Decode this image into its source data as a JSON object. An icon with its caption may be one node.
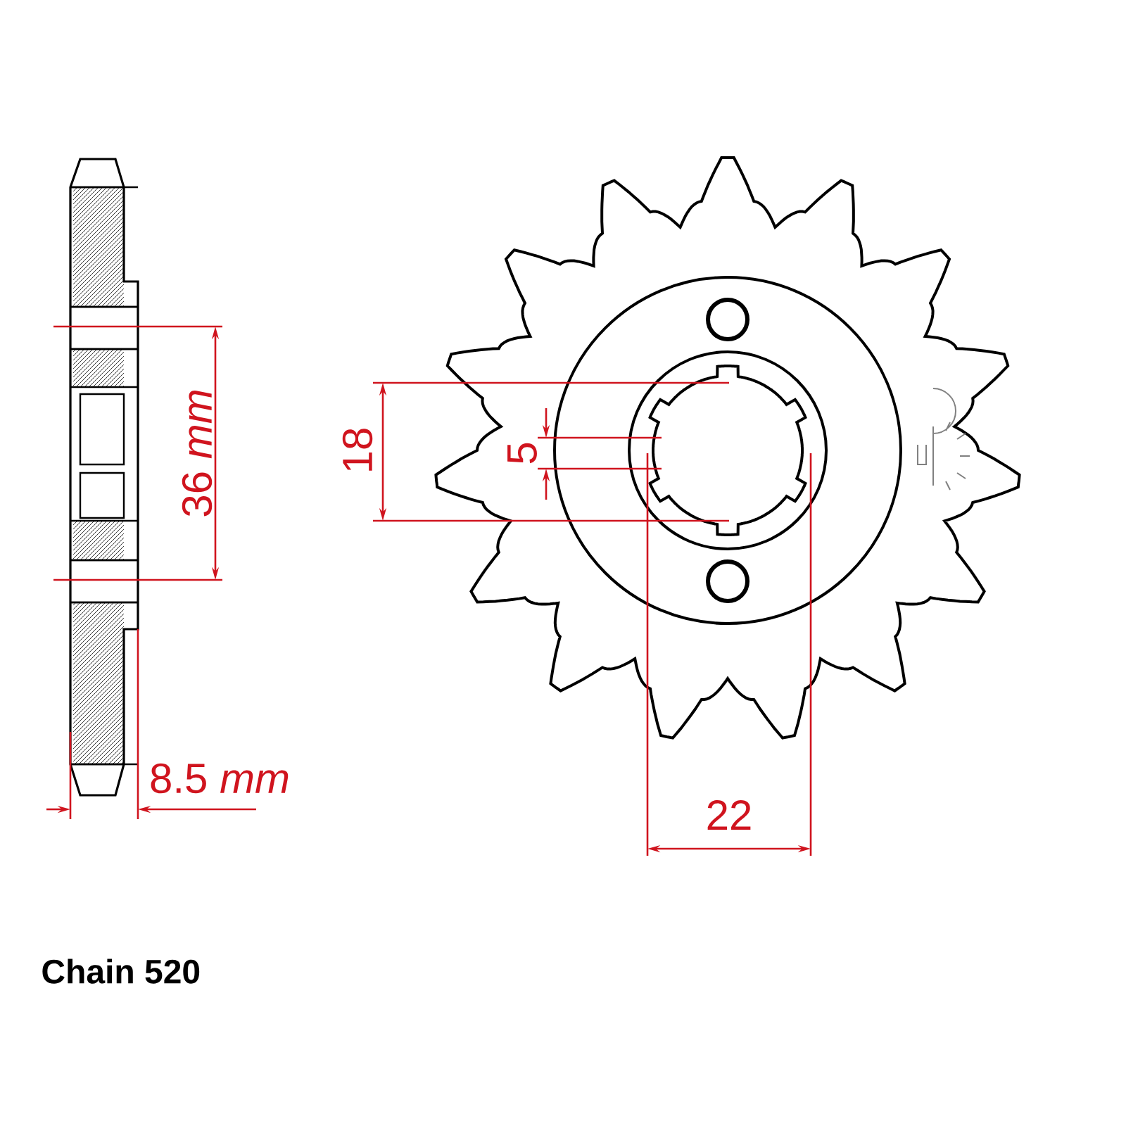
{
  "diagram": {
    "labels": [
      "36 *mm*",
      "18",
      "5",
      "8.5 *mm*",
      "22",
      "Chain 520"
    ]
  }
}
